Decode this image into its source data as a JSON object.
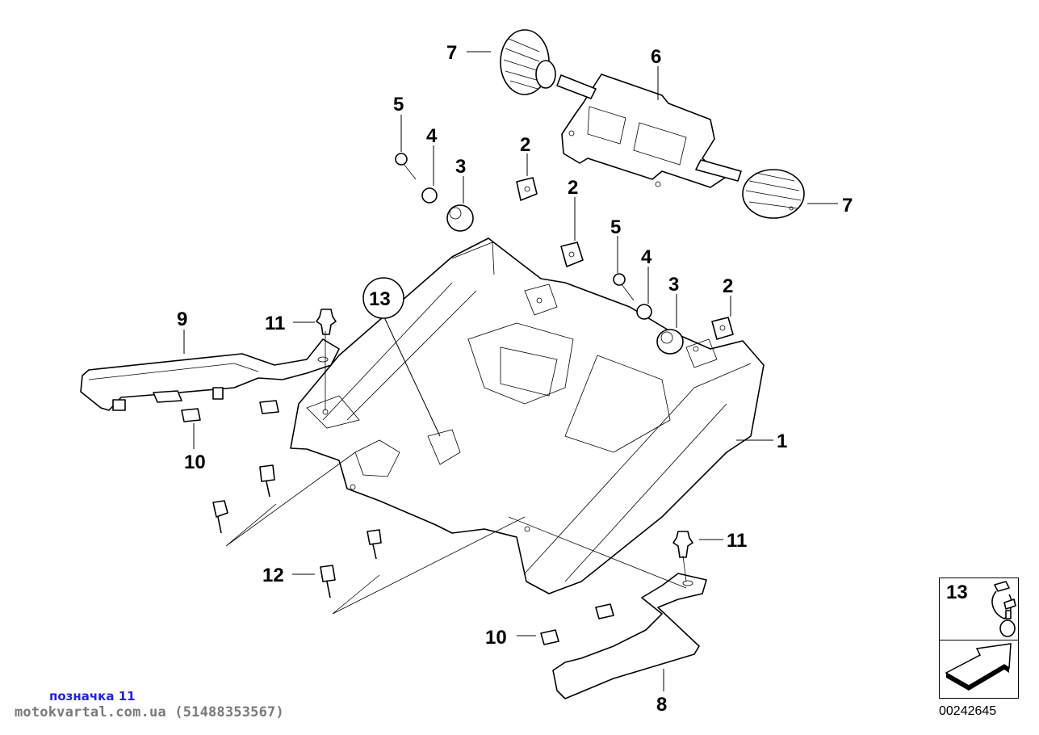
{
  "diagram": {
    "type": "exploded parts diagram",
    "callouts": [
      {
        "id": "c7a",
        "label": "7"
      },
      {
        "id": "c6",
        "label": "6"
      },
      {
        "id": "c5a",
        "label": "5"
      },
      {
        "id": "c4a",
        "label": "4"
      },
      {
        "id": "c3a",
        "label": "3"
      },
      {
        "id": "c2a",
        "label": "2"
      },
      {
        "id": "c2b",
        "label": "2"
      },
      {
        "id": "c7b",
        "label": "7"
      },
      {
        "id": "c5b",
        "label": "5"
      },
      {
        "id": "c4b",
        "label": "4"
      },
      {
        "id": "c3b",
        "label": "3"
      },
      {
        "id": "c2c",
        "label": "2"
      },
      {
        "id": "c13",
        "label": "13"
      },
      {
        "id": "c9",
        "label": "9"
      },
      {
        "id": "c11a",
        "label": "11"
      },
      {
        "id": "c1",
        "label": "1"
      },
      {
        "id": "c10a",
        "label": "10"
      },
      {
        "id": "c11b",
        "label": "11"
      },
      {
        "id": "c12",
        "label": "12"
      },
      {
        "id": "c10b",
        "label": "10"
      },
      {
        "id": "c8",
        "label": "8"
      }
    ],
    "legend": {
      "part_number": "13"
    },
    "diagram_code": "00242645"
  },
  "watermark": {
    "tag": "позначка 11",
    "site": "motokvartal.com.ua (51488353567)",
    "tag_color": "#2323e0",
    "site_color": "#7a7a7a"
  }
}
